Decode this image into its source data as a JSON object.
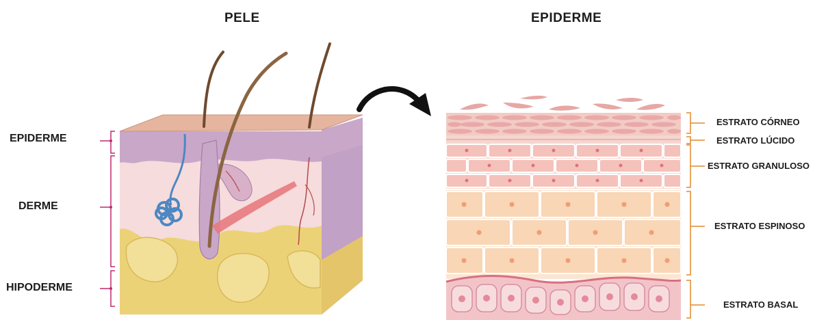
{
  "titles": {
    "skin": "PELE",
    "epidermis": "EPIDERME"
  },
  "skin_layers": {
    "epiderme": "EPIDERME",
    "derme": "DERME",
    "hipoderme": "HIPODERME"
  },
  "strata": {
    "corneo": "ESTRATO CÓRNEO",
    "lucido": "ESTRATO LÚCIDO",
    "granuloso": "ESTRATO GRANULOSO",
    "espinoso": "ESTRATO ESPINOSO",
    "basal": "ESTRATO BASAL"
  },
  "colors": {
    "bracket_left": "#c0286e",
    "bracket_right": "#e08a2c",
    "epidermis": "#c9a7c9",
    "dermis": "#f6dcdc",
    "hypodermis": "#ecd277",
    "skin_top": "#e6b59f",
    "hair": "#6e4a2e",
    "vessel_blue": "#4d88c2"
  }
}
